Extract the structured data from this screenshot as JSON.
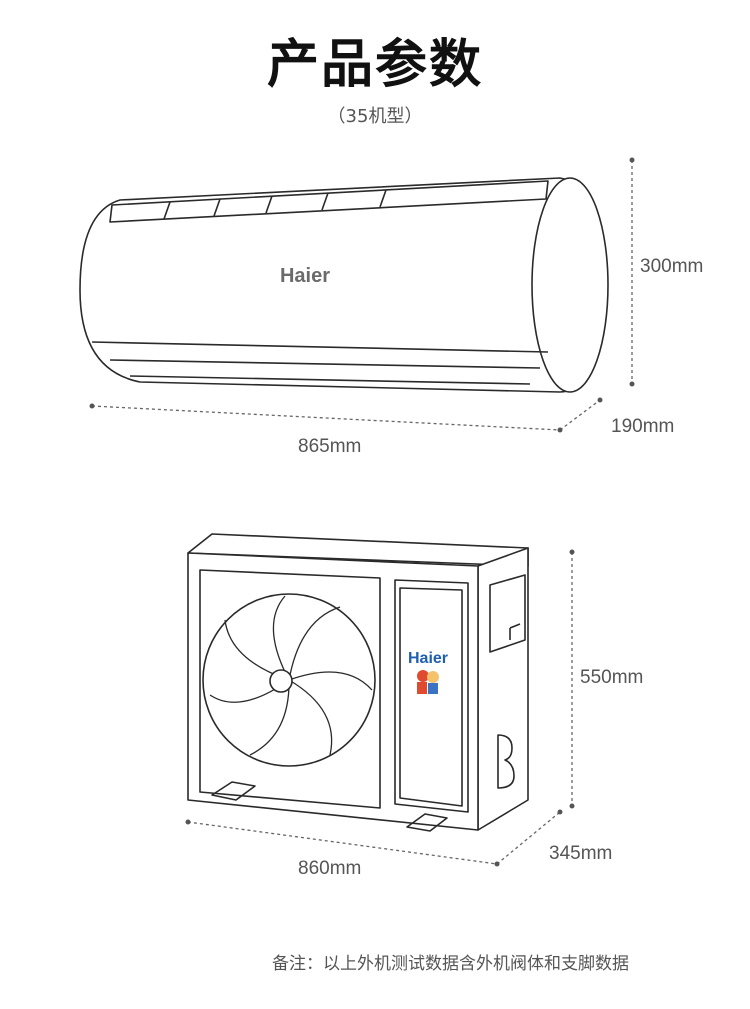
{
  "header": {
    "title": "产品参数",
    "subtitle": "（35机型）"
  },
  "indoor_unit": {
    "brand": "Haier",
    "height_label": "300mm",
    "depth_label": "190mm",
    "width_label": "865mm"
  },
  "outdoor_unit": {
    "brand": "Haier",
    "height_label": "550mm",
    "depth_label": "345mm",
    "width_label": "860mm"
  },
  "footer": {
    "note": "备注：以上外机测试数据含外机阀体和支脚数据"
  },
  "colors": {
    "line": "#2a2a2a",
    "dim_line": "#666666",
    "brand_gray": "#6b6b6b",
    "brand_blue": "#1f5fb0"
  }
}
